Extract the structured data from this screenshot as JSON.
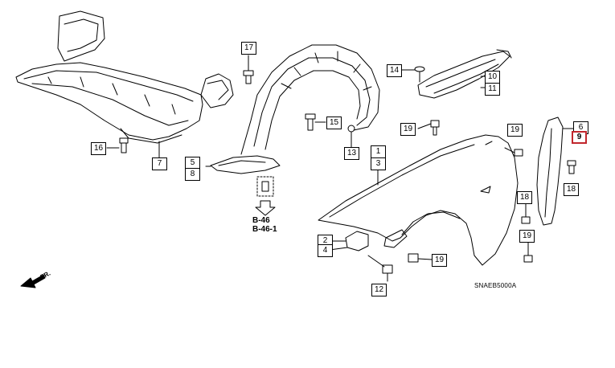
{
  "callouts": {
    "c1": "1",
    "c2": "2",
    "c3": "3",
    "c4": "4",
    "c5": "5",
    "c6": "6",
    "c7": "7",
    "c8": "8",
    "c9": "9",
    "c10": "10",
    "c11": "11",
    "c12": "12",
    "c13": "13",
    "c14": "14",
    "c15": "15",
    "c16": "16",
    "c17": "17",
    "c18": "18",
    "c19a": "19",
    "c19b": "19",
    "c19c": "19",
    "c19d": "19"
  },
  "highlight": {
    "part": "9",
    "color": "#c1272d"
  },
  "reference": {
    "line1": "B-46",
    "line2": "B-46-1"
  },
  "direction_label": "FR.",
  "diagram_code": "SNAEB5000A"
}
